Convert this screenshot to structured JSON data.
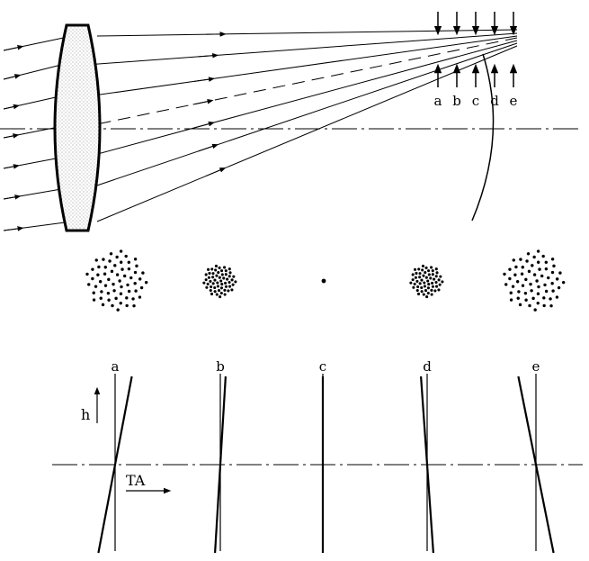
{
  "focus_positions": [
    "a",
    "b",
    "c",
    "d",
    "e"
  ],
  "plots": {
    "labels": [
      "a",
      "b",
      "c",
      "d",
      "e"
    ],
    "height_axis_label": "h",
    "aberration_axis_label": "TA"
  },
  "spot_diagrams": [
    {
      "position": "a",
      "pattern": "large"
    },
    {
      "position": "b",
      "pattern": "small"
    },
    {
      "position": "c",
      "pattern": "point"
    },
    {
      "position": "d",
      "pattern": "small"
    },
    {
      "position": "e",
      "pattern": "large"
    }
  ],
  "colors": {
    "ink": "#000000",
    "lens_fill": "#c8c8c8"
  }
}
